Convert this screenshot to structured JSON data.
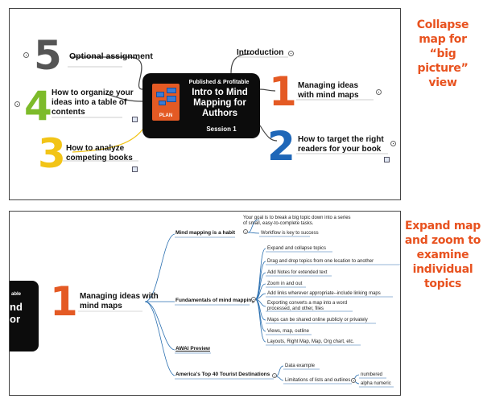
{
  "colors": {
    "caption": "#e8521f",
    "orange_num": "#e45a24",
    "blue_num": "#1f67b8",
    "green_num": "#7dbb2a",
    "yellow_num": "#f2c417",
    "gray_num": "#555555"
  },
  "captions": {
    "top": "Collapse map for “big picture” view",
    "bottom": "Expand map and zoom to examine individual topics"
  },
  "top_map": {
    "central": {
      "kicker": "Published & Profitable",
      "title": "Intro to Mind Mapping for Authors",
      "session": "Session 1",
      "icon_label": "PLAN",
      "icon": "mind-map-plan-icon"
    },
    "topics": [
      {
        "num": "5",
        "label": "Optional assignment"
      },
      {
        "num": "4",
        "label": "How to organize your ideas into a table of contents"
      },
      {
        "num": "3",
        "label": "How to analyze competing books"
      },
      {
        "num": "",
        "label": "Introduction"
      },
      {
        "num": "1",
        "label": "Managing ideas with mind maps"
      },
      {
        "num": "2",
        "label": "How to target the right readers for your book"
      }
    ]
  },
  "bottom_map": {
    "central_partial": {
      "line1": "able",
      "line2": "nd",
      "line3": "or"
    },
    "main_topic": {
      "num": "1",
      "label": "Managing ideas with mind maps"
    },
    "branches": [
      {
        "label": "Mind mapping is a habit",
        "items": [
          "Your goal is to break a big topic down into a series of small, easy-to-complete tasks.",
          "Workflow is key to success"
        ]
      },
      {
        "label": "Fundamentals of mind mapping",
        "items": [
          "Expand and collapse topics",
          "Drag and drop topics from one location to another",
          "Add Notes for extended text",
          "Zoom in and out",
          "Add links wherever appropriate--include linking maps",
          "Exporting converts a map into a word processed, and other, files",
          "Maps can be shared online publicly or privately",
          "Views, map, outline",
          "Layouts, Right Map, Map, Org chart, etc."
        ]
      },
      {
        "label": "AWAI Preview",
        "items": []
      },
      {
        "label": "America's Top 40 Tourist Destinations",
        "items": [
          "Data example",
          "Limitations of lists and outlines"
        ],
        "subitems": [
          "numbered",
          "alpha numeric"
        ]
      }
    ]
  }
}
